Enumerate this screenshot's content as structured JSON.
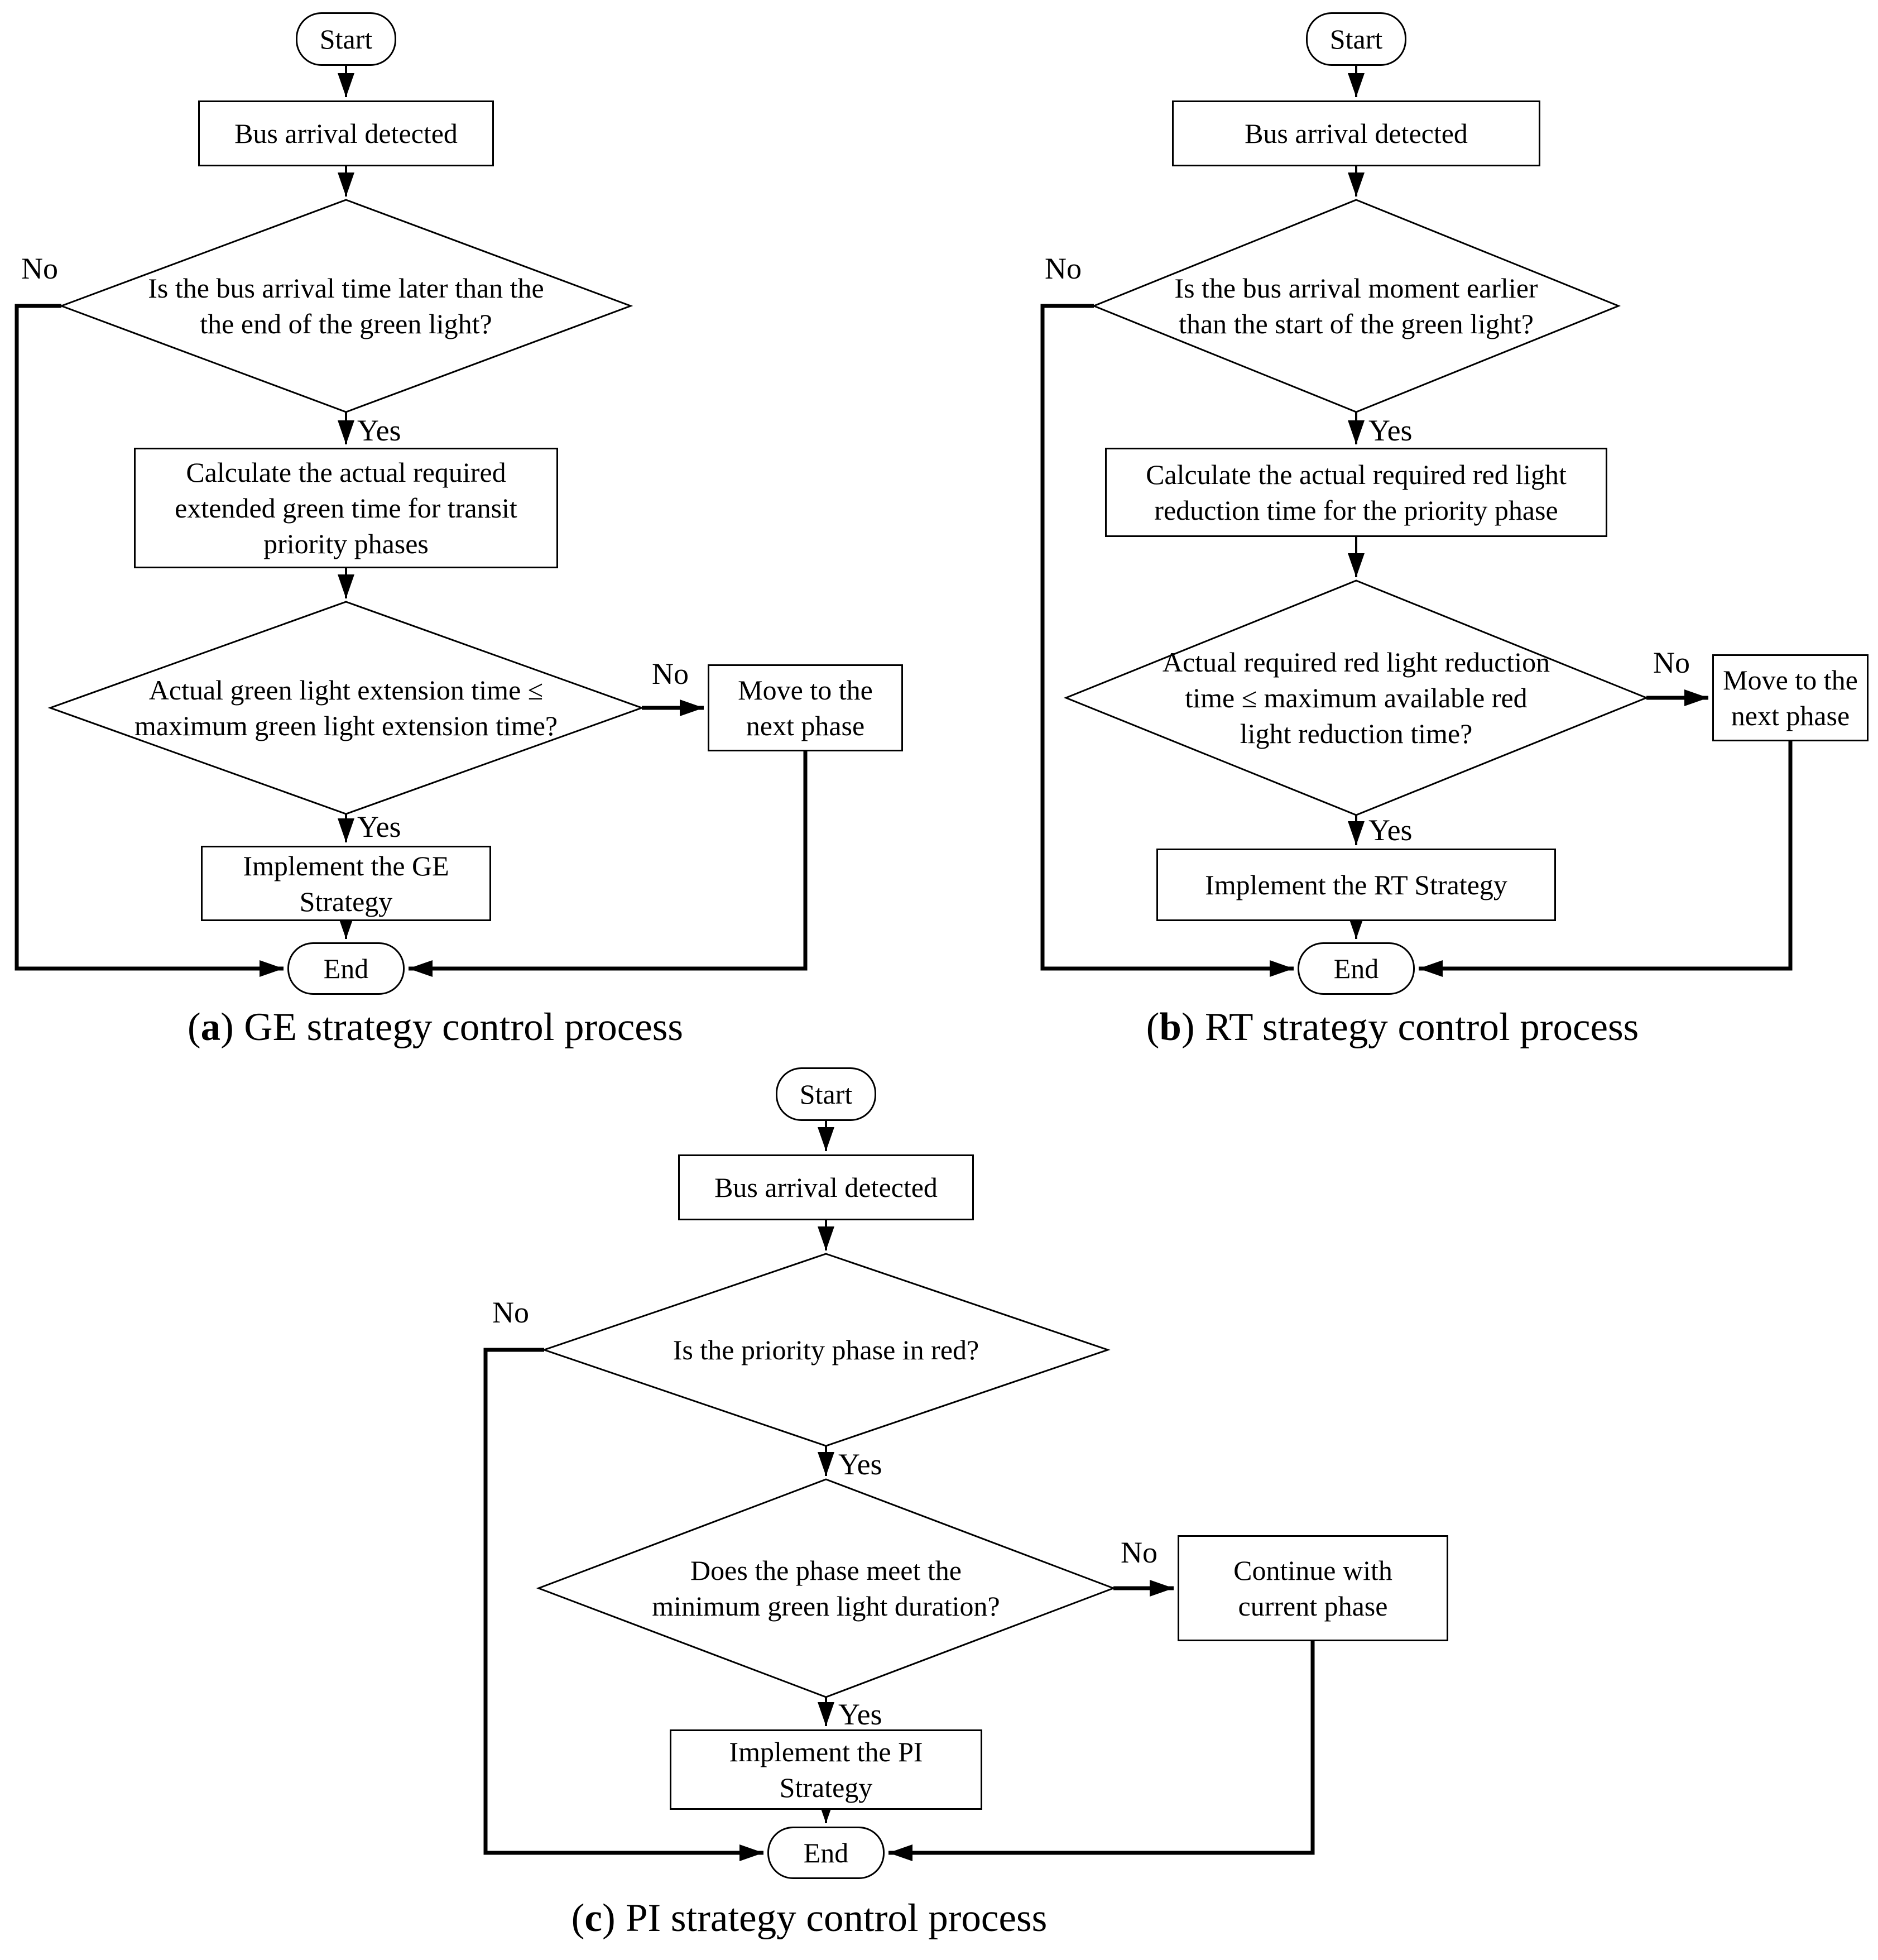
{
  "edge_labels": {
    "yes": "Yes",
    "no": "No"
  },
  "charts": {
    "a": {
      "start": "Start",
      "detect": "Bus arrival detected",
      "d1": [
        "Is the bus arrival time later than the",
        "the end of the green light?"
      ],
      "calc": [
        "Calculate the actual required",
        "extended green time for transit",
        "priority phases"
      ],
      "d2": [
        "Actual green light extension time ≤",
        "maximum green light extension time?"
      ],
      "move": [
        "Move to the",
        "next phase"
      ],
      "impl": [
        "Implement the GE",
        "Strategy"
      ],
      "end": "End",
      "caption": {
        "open": "(",
        "letter": "a",
        "close": ")",
        "text": "GE strategy control process"
      }
    },
    "b": {
      "start": "Start",
      "detect": "Bus arrival detected",
      "d1": [
        "Is the bus arrival moment earlier",
        "than the start of the green light?"
      ],
      "calc": [
        "Calculate the actual required red light",
        "reduction time for the priority phase"
      ],
      "d2": [
        "Actual required red light reduction",
        "time ≤ maximum available red",
        "light reduction time?"
      ],
      "move": [
        "Move to the",
        "next phase"
      ],
      "impl": [
        "Implement the RT Strategy"
      ],
      "end": "End",
      "caption": {
        "open": "(",
        "letter": "b",
        "close": ")",
        "text": "RT strategy control process"
      }
    },
    "c": {
      "start": "Start",
      "detect": "Bus arrival detected",
      "d1": [
        "Is the priority phase in red?"
      ],
      "d2": [
        "Does the phase meet the",
        "minimum green light duration?"
      ],
      "cont": [
        "Continue with",
        "current phase"
      ],
      "impl": [
        "Implement the PI",
        "Strategy"
      ],
      "end": "End",
      "caption": {
        "open": "(",
        "letter": "c",
        "close": ")",
        "text": "PI strategy control process"
      }
    }
  }
}
